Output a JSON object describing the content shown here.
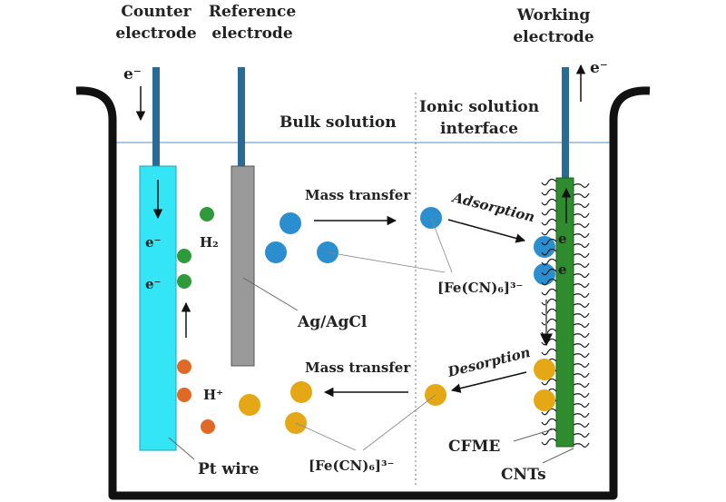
{
  "labels": {
    "counter_electrode": [
      "Counter",
      "electrode"
    ],
    "reference_electrode": [
      "Reference",
      "electrode"
    ],
    "working_electrode": [
      "Working",
      "electrode"
    ],
    "bulk_solution": "Bulk solution",
    "ionic_interface": [
      "Ionic solution",
      "interface"
    ],
    "mass_transfer_top": "Mass transfer",
    "mass_transfer_bottom": "Mass transfer",
    "adsorption": "Adsorption",
    "desorption": "Desorption",
    "ferricyanide": "[Fe(CN)₆]³⁻",
    "ferrocyanide": "[Fe(CN)₆]³⁻",
    "ag_agcl": "Ag/AgCl",
    "pt_wire": "Pt wire",
    "cfme": "CFME",
    "cnts": "CNTs",
    "h2": "H₂",
    "h_plus": "H⁺",
    "electron": "e⁻",
    "electron_short": "e"
  },
  "colors": {
    "counter_electrode": "#33e5f5",
    "reference_electrode": "#999999",
    "working_electrode": "#2e8b2e",
    "lead_wire": "#2a6b96",
    "blue_ion": "#2b8ecf",
    "orange_ion": "#e6a716",
    "h2_bubble": "#2f9a3a",
    "proton": "#e06a25",
    "solution_line": "#8fb4d6",
    "beaker": "#111111"
  }
}
